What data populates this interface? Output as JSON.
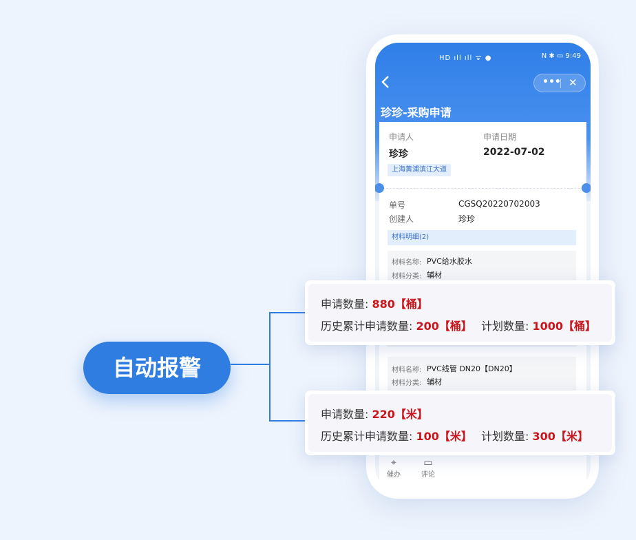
{
  "statusbar": {
    "mid": "HD ıll ıll ᯤ ●",
    "right": "N ✱ ▭ 9:49"
  },
  "header": {
    "title": "珍珍-采购申请"
  },
  "applicant": {
    "applicant_label": "申请人",
    "applicant_value": "珍珍",
    "date_label": "申请日期",
    "date_value": "2022-07-02",
    "location_tag": "上海黄浦滨江大道"
  },
  "order": {
    "no_label": "单号",
    "no_value": "CGSQ20220702003",
    "creator_label": "创建人",
    "creator_value": "珍珍"
  },
  "materials": {
    "section_title": "材料明细(2)",
    "items": [
      {
        "name_label": "材料名称:",
        "name": "PVC给水胶水",
        "cat_label": "材料分类:",
        "cat": "辅材"
      },
      {
        "name_label": "材料名称:",
        "name": "PVC线管 DN20【DN20】",
        "cat_label": "材料分类:",
        "cat": "辅材"
      }
    ]
  },
  "bottom_actions": [
    {
      "icon": "pin-icon",
      "label": "催办"
    },
    {
      "icon": "comment-icon",
      "label": "评论"
    }
  ],
  "alert": {
    "label": "自动报警"
  },
  "tooltips": [
    {
      "req_label": "申请数量:",
      "req_value": "880【桶】",
      "hist_label": "历史累计申请数量:",
      "hist_value": "200【桶】",
      "plan_label": "计划数量:",
      "plan_value": "1000【桶】"
    },
    {
      "req_label": "申请数量:",
      "req_value": "220【米】",
      "hist_label": "历史累计申请数量:",
      "hist_value": "100【米】",
      "plan_label": "计划数量:",
      "plan_value": "300【米】"
    }
  ],
  "colors": {
    "accent": "#2f7de1",
    "alert_red": "#c8161d",
    "background": "#eef4fd"
  }
}
